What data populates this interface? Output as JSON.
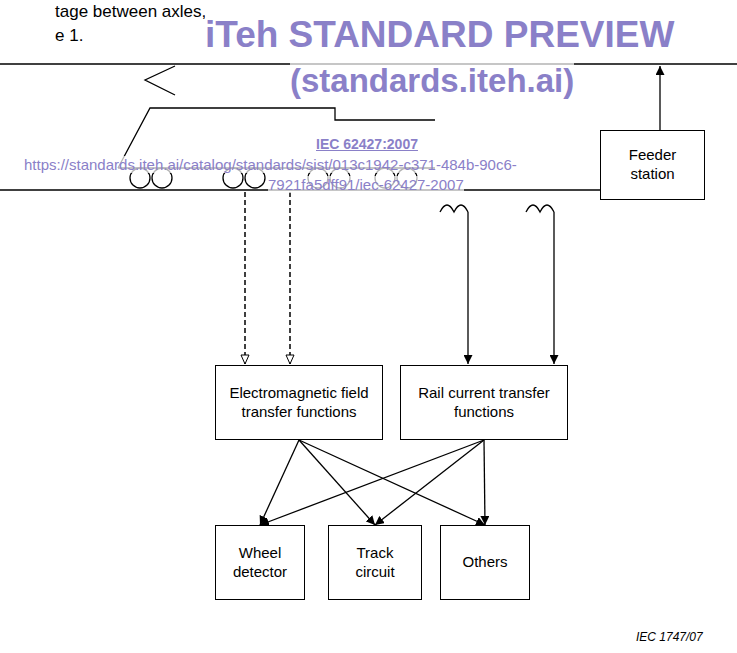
{
  "diagram": {
    "nodes": [
      {
        "text": [
          "Feeder station"
        ]
      },
      {
        "text": [
          "Electromagnetic field transfer functions"
        ]
      },
      {
        "text": [
          "Rail current transfer functions"
        ]
      },
      {
        "text": [
          "Wheel detector"
        ]
      },
      {
        "text": [
          "Track circuit"
        ]
      },
      {
        "text": [
          "Others"
        ]
      }
    ],
    "edges": [
      {
        "from": 1,
        "to": 3,
        "arrow": "to"
      },
      {
        "from": 1,
        "to": 4,
        "arrow": "to"
      },
      {
        "from": 1,
        "to": 5,
        "arrow": "to"
      },
      {
        "from": 2,
        "to": 3,
        "arrow": "to"
      },
      {
        "from": 2,
        "to": 4,
        "arrow": "to"
      },
      {
        "from": 2,
        "to": 5,
        "arrow": "to"
      }
    ],
    "labels": [
      "tage between axles,",
      "e 1.",
      "iTeh STANDARD PREVIEW",
      "(standards.iteh.ai)",
      "IEC 62427:2007",
      "https://standards.iteh.ai/catalog/standards/sist/013c1942-c371-484b-90c6-",
      "7921fa5dff91/iec-62427-2007",
      "IEC 1747/07"
    ]
  }
}
